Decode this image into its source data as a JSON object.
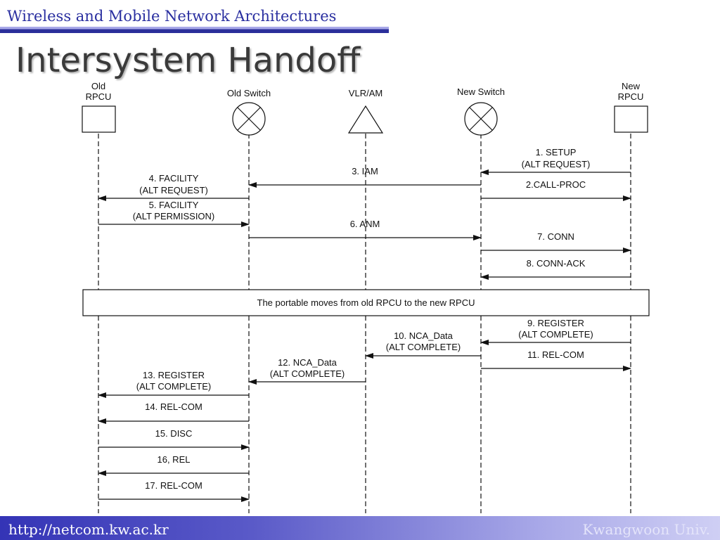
{
  "header": {
    "title": "Wireless and Mobile Network Architectures"
  },
  "slide": {
    "title": "Intersystem Handoff"
  },
  "footer": {
    "url": "http://netcom.kw.ac.kr",
    "institution": "Kwangwoon Univ."
  },
  "entities": [
    {
      "id": "old-rpcu",
      "label_lines": [
        "Old",
        "RPCU"
      ],
      "shape": "square"
    },
    {
      "id": "old-switch",
      "label_lines": [
        "Old Switch"
      ],
      "shape": "crossed-circle"
    },
    {
      "id": "vlr-am",
      "label_lines": [
        "VLR/AM"
      ],
      "shape": "triangle"
    },
    {
      "id": "new-switch",
      "label_lines": [
        "New Switch"
      ],
      "shape": "crossed-circle"
    },
    {
      "id": "new-rpcu",
      "label_lines": [
        "New",
        "RPCU"
      ],
      "shape": "square"
    }
  ],
  "messages": [
    {
      "from": "new-rpcu",
      "to": "new-switch",
      "label_lines": [
        "1. SETUP",
        "(ALT REQUEST)"
      ]
    },
    {
      "from": "new-switch",
      "to": "new-rpcu",
      "label_lines": [
        "2.CALL-PROC"
      ]
    },
    {
      "from": "new-switch",
      "to": "old-switch",
      "label_lines": [
        "3. IAM"
      ]
    },
    {
      "from": "old-switch",
      "to": "old-rpcu",
      "label_lines": [
        "4. FACILITY",
        "(ALT REQUEST)"
      ]
    },
    {
      "from": "old-rpcu",
      "to": "old-switch",
      "label_lines": [
        "5. FACILITY",
        "(ALT PERMISSION)"
      ]
    },
    {
      "from": "old-switch",
      "to": "new-switch",
      "label_lines": [
        "6. ANM"
      ]
    },
    {
      "from": "new-switch",
      "to": "new-rpcu",
      "label_lines": [
        "7. CONN"
      ]
    },
    {
      "from": "new-rpcu",
      "to": "new-switch",
      "label_lines": [
        "8. CONN-ACK"
      ]
    },
    {
      "from": "new-rpcu",
      "to": "new-switch",
      "label_lines": [
        "9. REGISTER",
        "(ALT COMPLETE)"
      ]
    },
    {
      "from": "new-switch",
      "to": "vlr-am",
      "label_lines": [
        "10. NCA_Data",
        "(ALT COMPLETE)"
      ]
    },
    {
      "from": "new-switch",
      "to": "new-rpcu",
      "label_lines": [
        "11. REL-COM"
      ]
    },
    {
      "from": "vlr-am",
      "to": "old-switch",
      "label_lines": [
        "12. NCA_Data",
        "(ALT COMPLETE)"
      ]
    },
    {
      "from": "old-switch",
      "to": "old-rpcu",
      "label_lines": [
        "13. REGISTER",
        "(ALT COMPLETE)"
      ]
    },
    {
      "from": "old-switch",
      "to": "old-rpcu",
      "label_lines": [
        "14. REL-COM"
      ]
    },
    {
      "from": "old-rpcu",
      "to": "old-switch",
      "label_lines": [
        "15. DISC"
      ]
    },
    {
      "from": "old-switch",
      "to": "old-rpcu",
      "label_lines": [
        "16, REL"
      ]
    },
    {
      "from": "old-rpcu",
      "to": "old-switch",
      "label_lines": [
        "17. REL-COM"
      ]
    }
  ],
  "note": {
    "text": "The portable moves from old RPCU to the new RPCU"
  }
}
